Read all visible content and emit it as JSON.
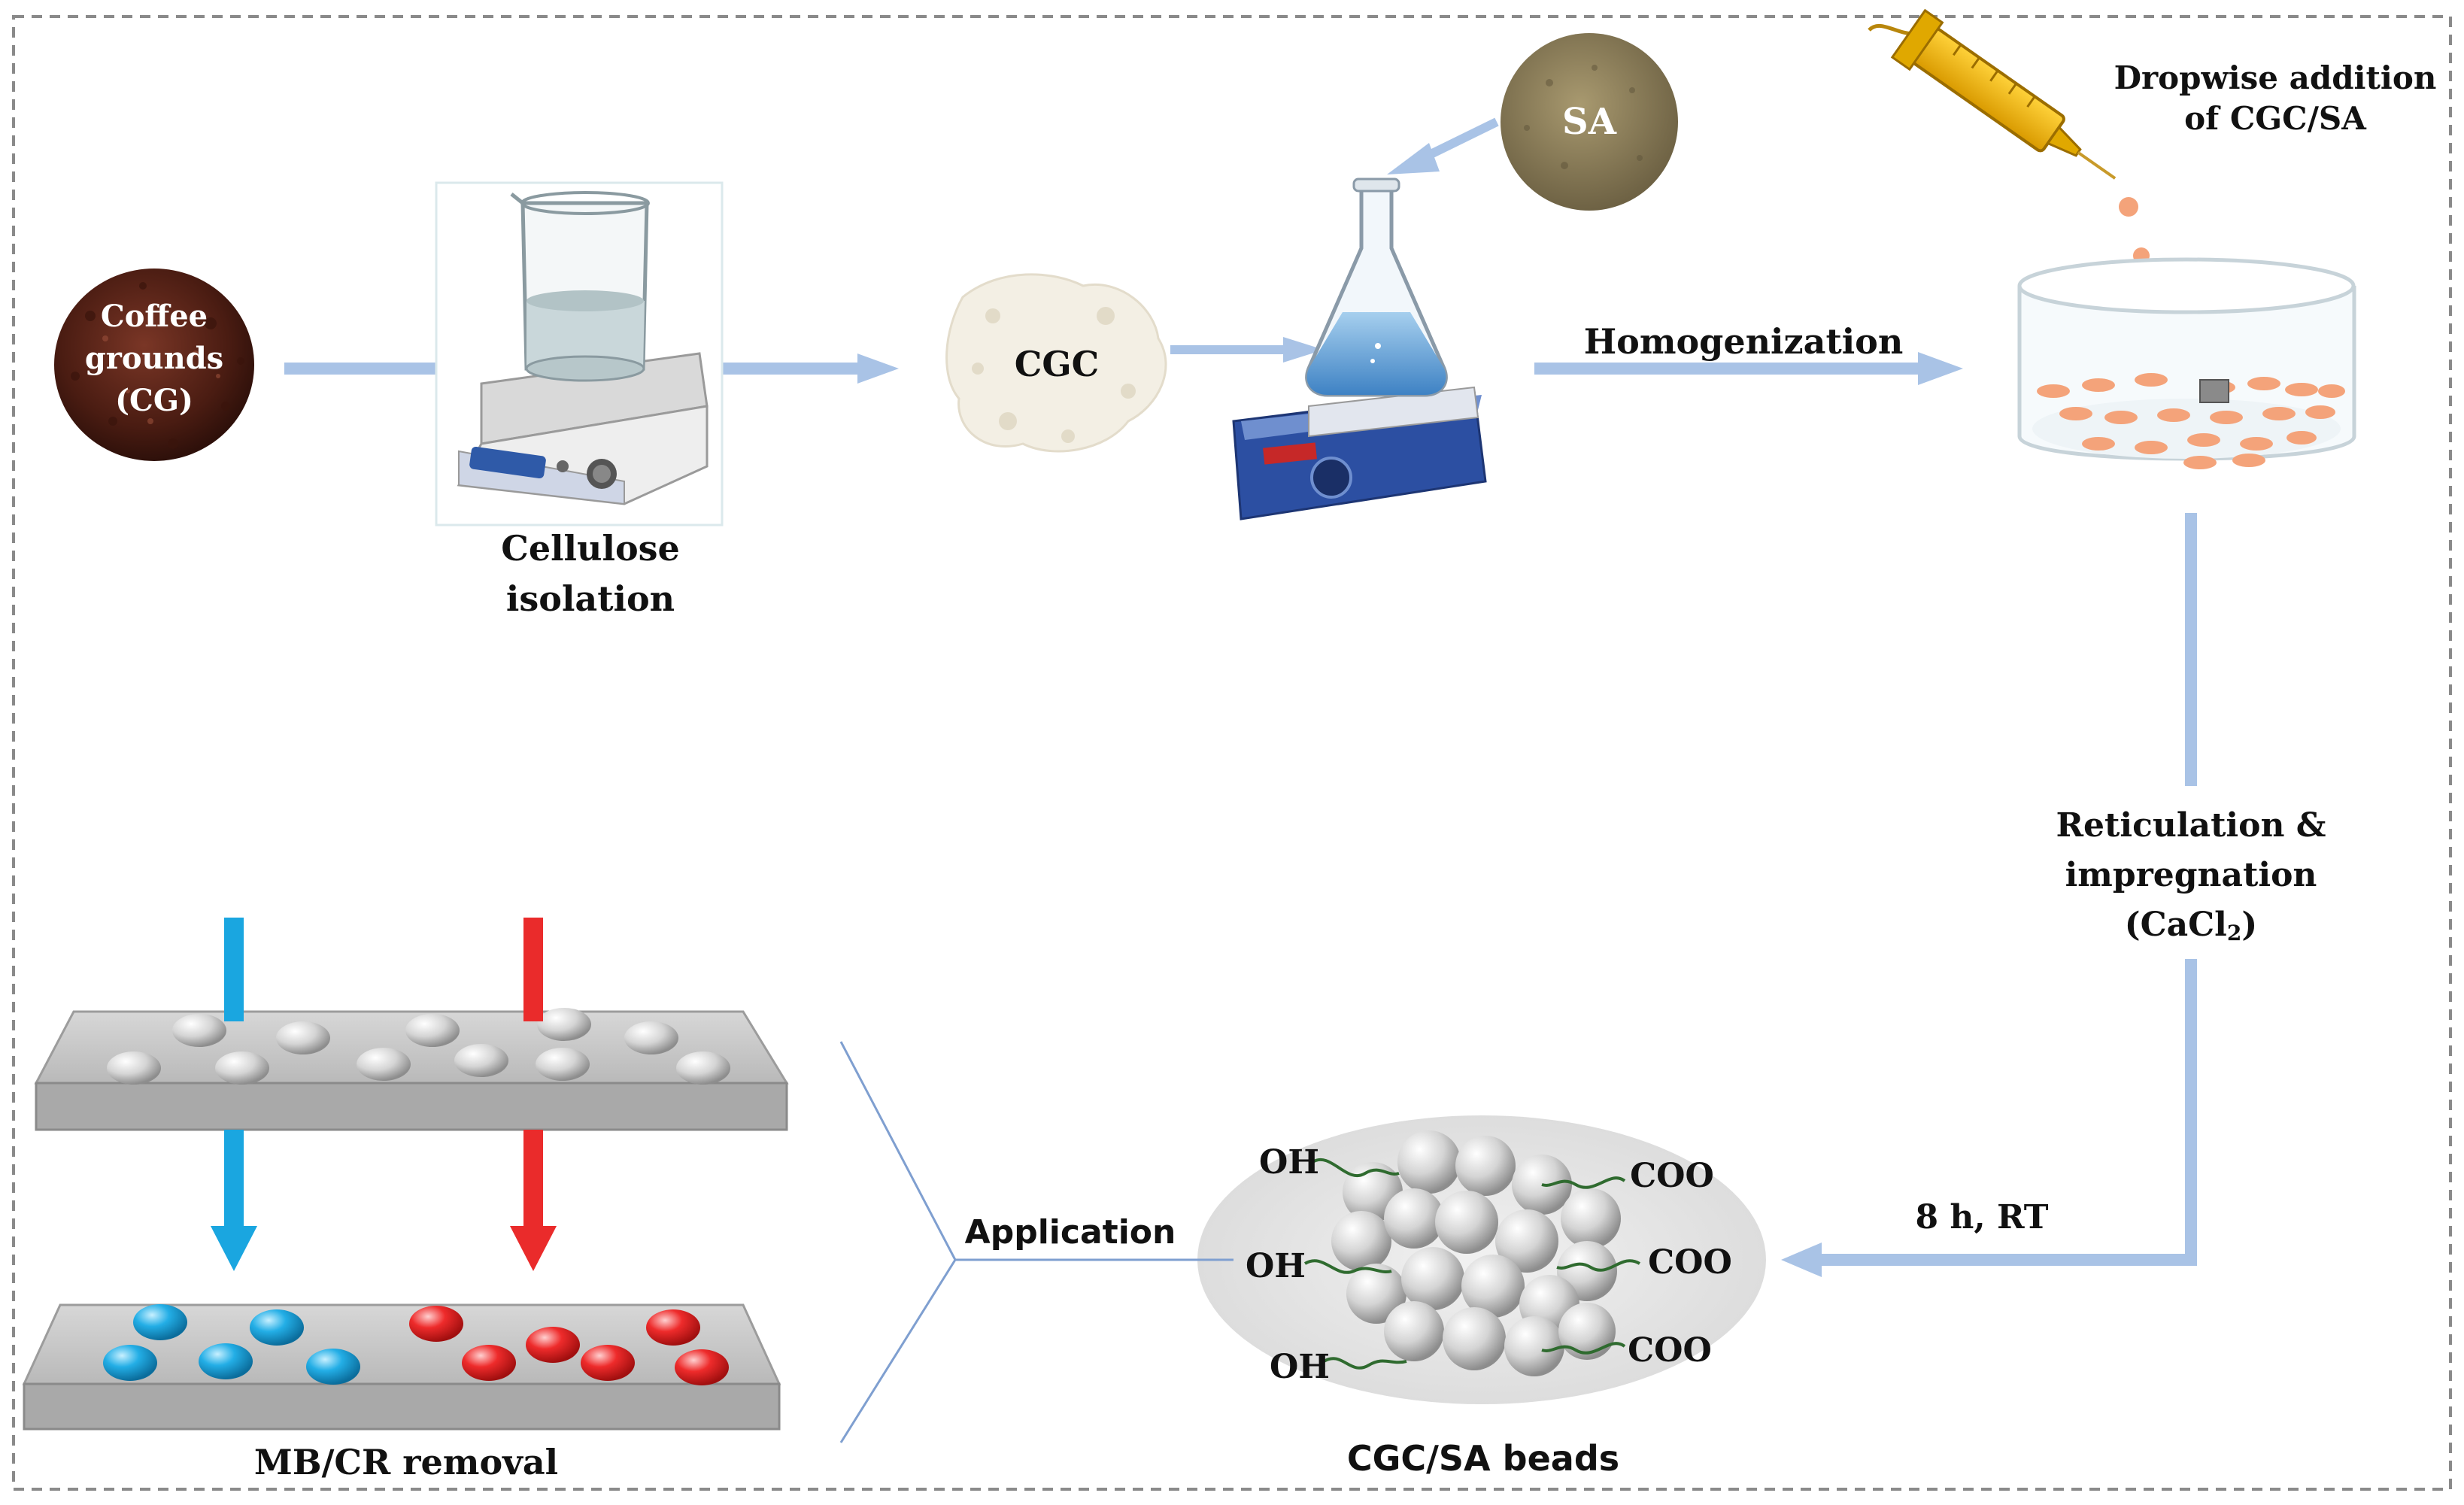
{
  "labels": {
    "cg_line1": "Coffee",
    "cg_line2": "grounds",
    "cg_line3": "(CG)",
    "cellulose_line1": "Cellulose",
    "cellulose_line2": "isolation",
    "cgc": "CGC",
    "sa": "SA",
    "homogenization": "Homogenization",
    "dropwise_line1": "Dropwise addition",
    "dropwise_line2": "of CGC/SA",
    "reticulation_line1": "Reticulation &",
    "reticulation_line2": "impregnation",
    "reticulation_line3_main": "(CaCl",
    "reticulation_line3_sub": "2",
    "reticulation_line3_end": ")",
    "time_condition": "8 h, RT",
    "application": "Application",
    "beads": "CGC/SA beads",
    "removal": "MB/CR removal",
    "oh": "OH",
    "coo": "COO"
  },
  "colors": {
    "arrow": "#a9c3e6",
    "coffee": "#5a2418",
    "sa_powder": "#8c7e5a",
    "blue_dye": "#1aa6e0",
    "red_dye": "#ea2b2b",
    "drop": "#f4a37a",
    "border": "#8a8a8a"
  }
}
